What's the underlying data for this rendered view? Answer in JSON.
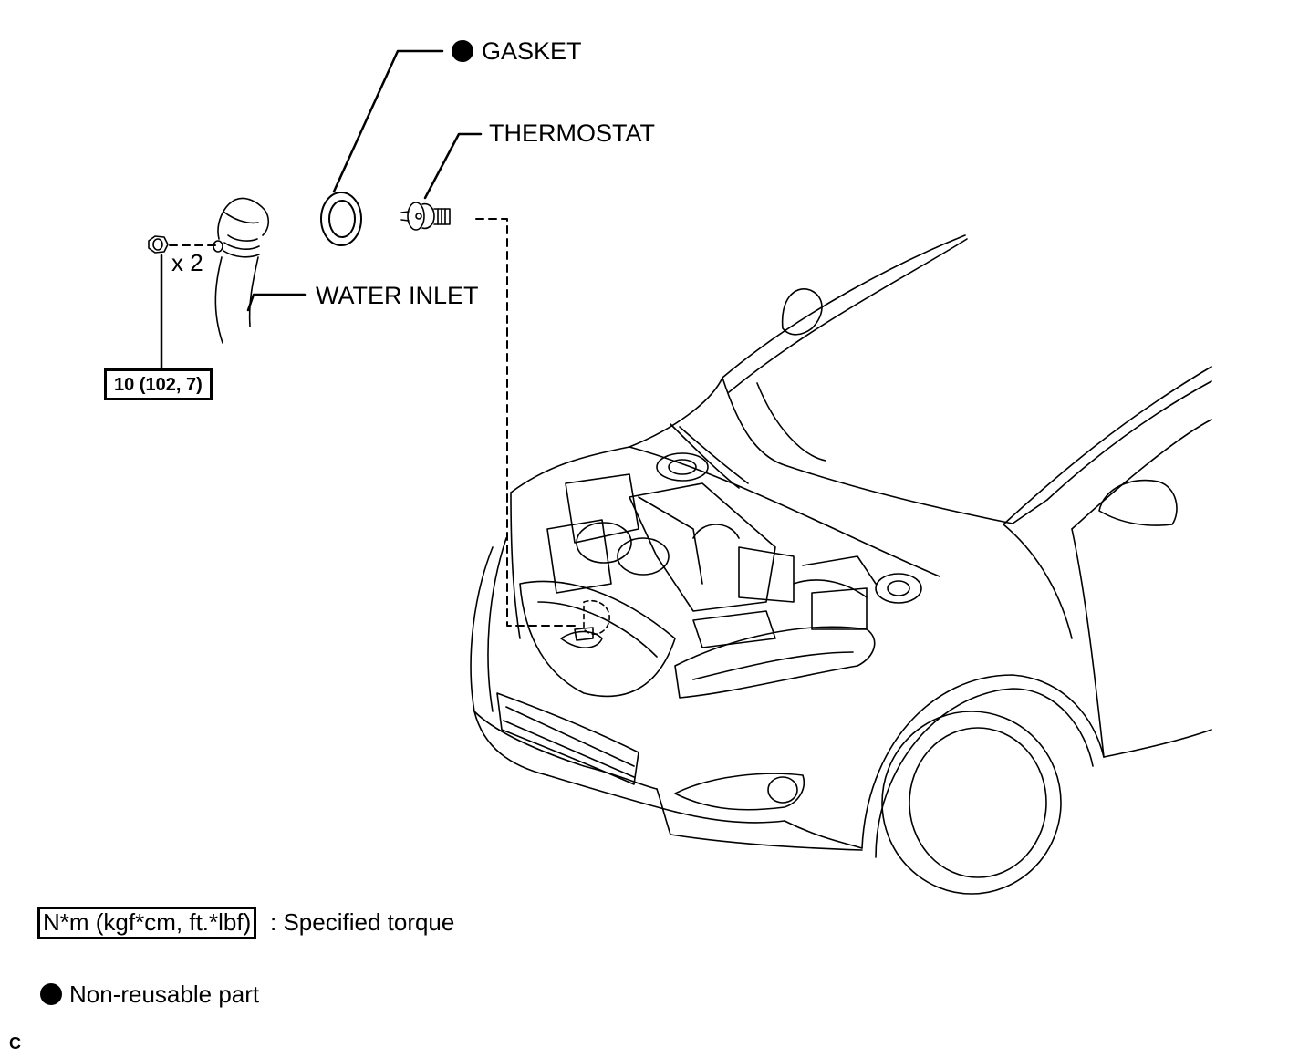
{
  "labels": {
    "gasket": "GASKET",
    "thermostat": "THERMOSTAT",
    "water_inlet": "WATER INLET",
    "quantity": "x 2",
    "torque_value": "10 (102, 7)"
  },
  "legend": {
    "torque_units": "N*m (kgf*cm, ft.*lbf)",
    "torque_desc": ": Specified torque",
    "nonreusable": "Non-reusable part"
  },
  "corner_mark": "C"
}
